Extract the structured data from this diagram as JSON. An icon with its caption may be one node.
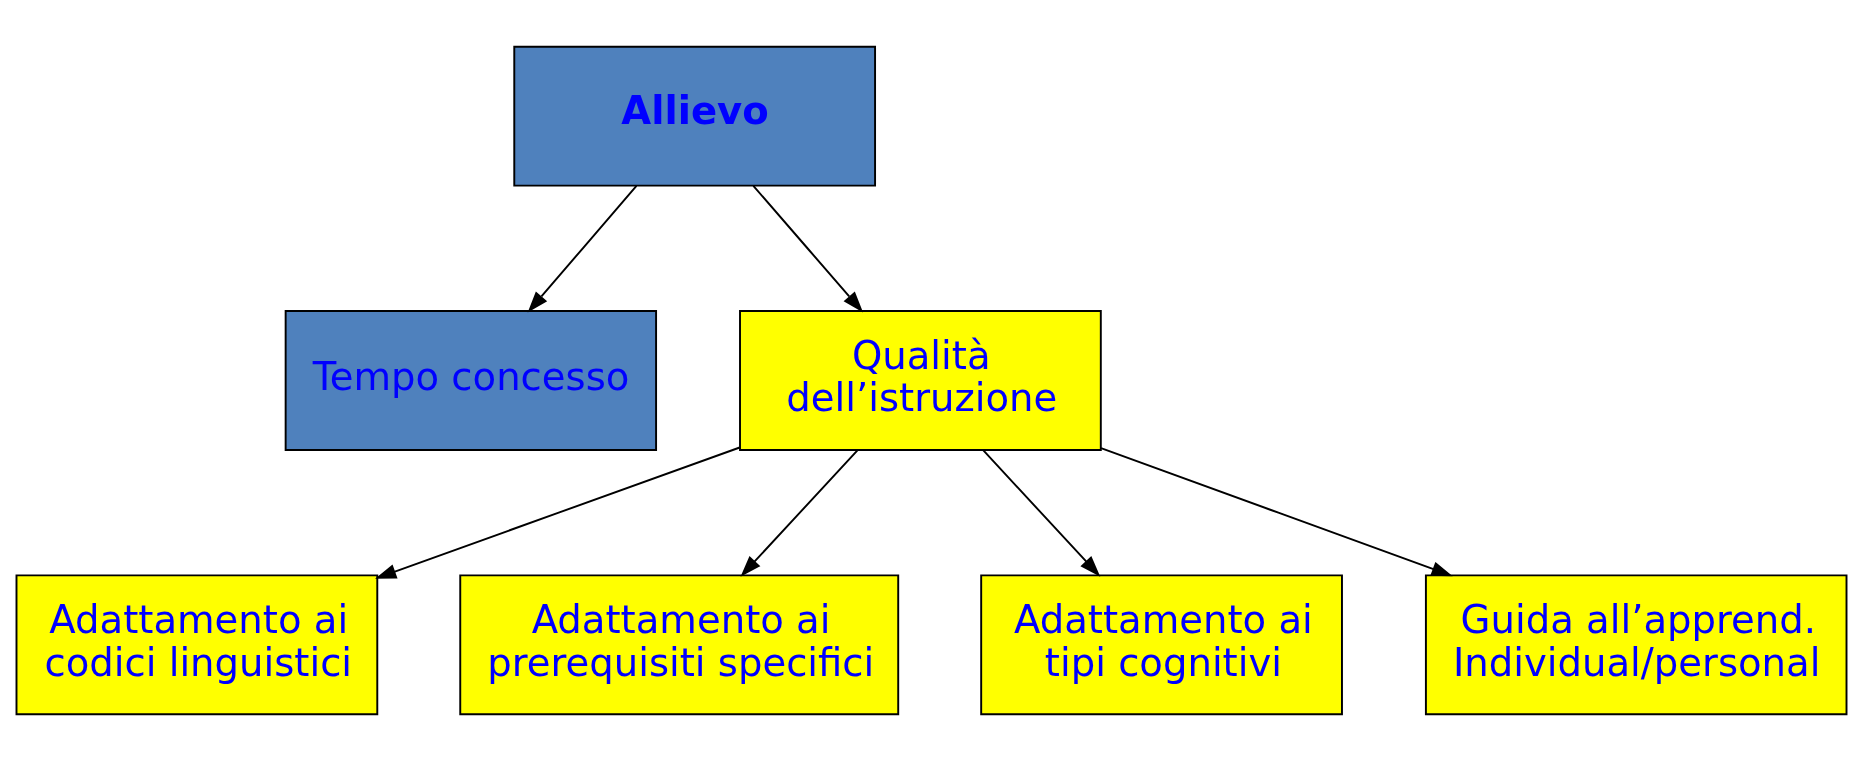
{
  "diagram": {
    "nodes": [
      {
        "text": [
          "Allievo"
        ]
      },
      {
        "text": [
          "Tempo concesso"
        ]
      },
      {
        "text": [
          "Qualità dell’istruzione"
        ]
      },
      {
        "text": [
          "Adattamento ai codici linguistici"
        ]
      },
      {
        "text": [
          "Adattamento ai prerequisiti specifici"
        ]
      },
      {
        "text": [
          "Adattamento ai tipi cognitivi"
        ]
      },
      {
        "text": [
          "Guida all’apprend. Individual/personal"
        ]
      }
    ],
    "edges": [
      {
        "from": 0,
        "to": 1,
        "arrow": "to"
      },
      {
        "from": 0,
        "to": 2,
        "arrow": "to"
      },
      {
        "from": 2,
        "to": 3,
        "arrow": "to"
      },
      {
        "from": 2,
        "to": 4,
        "arrow": "to"
      },
      {
        "from": 2,
        "to": 5,
        "arrow": "to"
      },
      {
        "from": 2,
        "to": 6,
        "arrow": "to"
      }
    ]
  }
}
